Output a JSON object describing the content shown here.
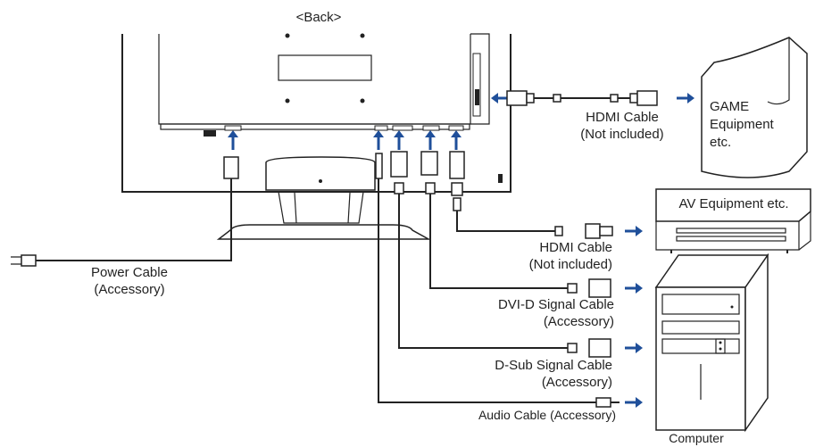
{
  "title": "<Back>",
  "devices": {
    "game": [
      "GAME",
      "Equipment",
      "etc."
    ],
    "av": "AV Equipment etc.",
    "computer": "Computer"
  },
  "cables": {
    "hdmi_top": [
      "HDMI Cable",
      "(Not included)"
    ],
    "hdmi_av": [
      "HDMI Cable",
      "(Not included)"
    ],
    "dvi": [
      "DVI-D Signal Cable",
      "(Accessory)"
    ],
    "dsub": [
      "D-Sub Signal Cable",
      "(Accessory)"
    ],
    "audio": "Audio Cable (Accessory)",
    "power": [
      "Power Cable",
      "(Accessory)"
    ]
  },
  "colors": {
    "arrow": "#1f4f9a",
    "line": "#222222"
  }
}
